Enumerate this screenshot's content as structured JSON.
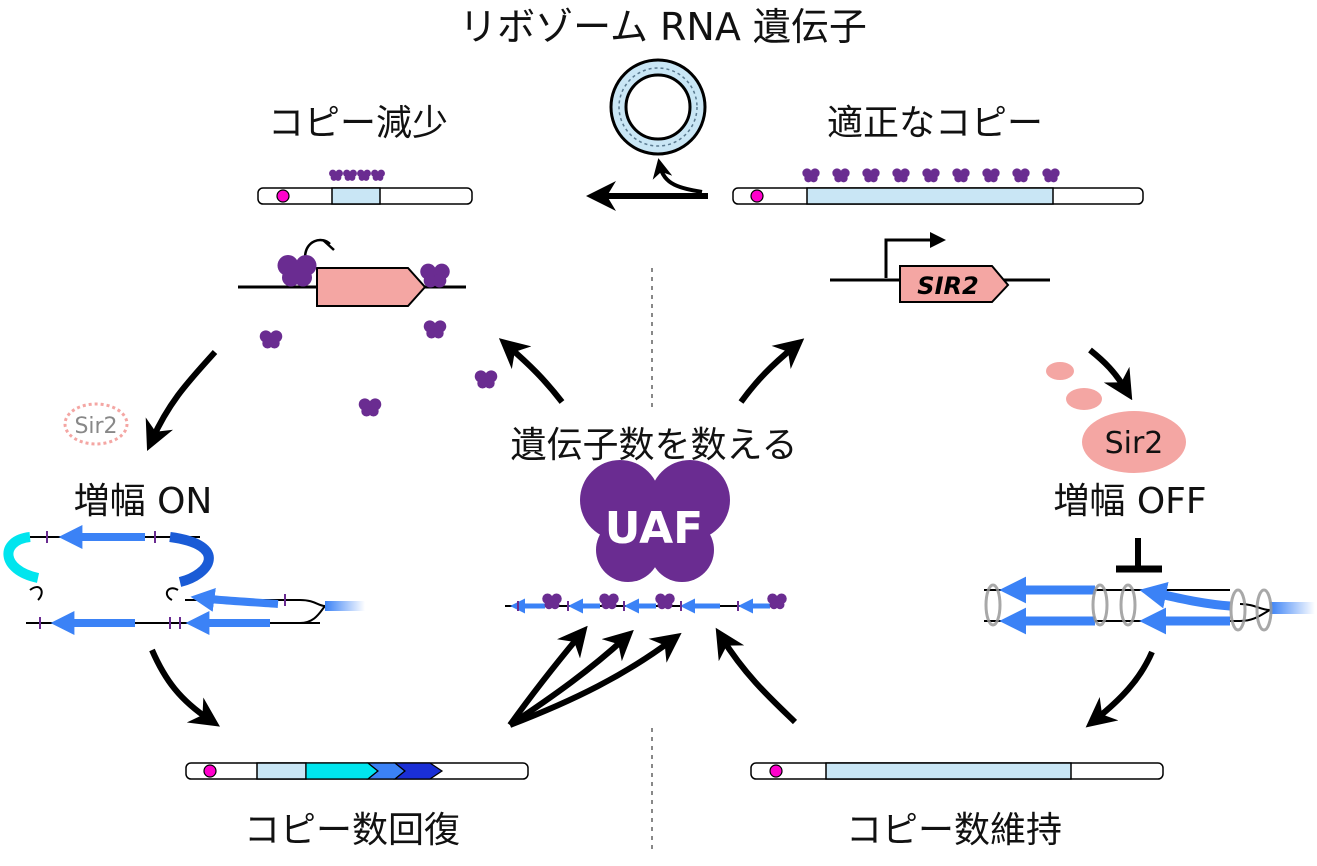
{
  "title": "リボゾーム RNA 遺伝子",
  "top_left_label": "コピー減少",
  "top_right_label": "適正なコピー",
  "gene_label": "SIR2",
  "sir2_off_label": "Sir2",
  "sir2_on_label": "Sir2",
  "amp_on_label": "増幅 ON",
  "amp_off_label": "増幅 OFF",
  "center_label": "遺伝子数を数える",
  "uaf_label": "UAF",
  "bottom_left_label": "コピー数回復",
  "bottom_right_label": "コピー数維持",
  "colors": {
    "uaf": "#6a2c91",
    "sir2": "#f4a6a3",
    "rdna": "#c9e6f5",
    "blue": "#3b82f6",
    "cyan": "#00e5ee",
    "navy": "#1a2fd6",
    "centromere": "#ff00cc"
  },
  "icons": [
    "uaf-protein-icon",
    "sir2-protein-icon",
    "promoter-arrow-icon",
    "repression-bar-icon",
    "cycle-arrow-icon"
  ]
}
